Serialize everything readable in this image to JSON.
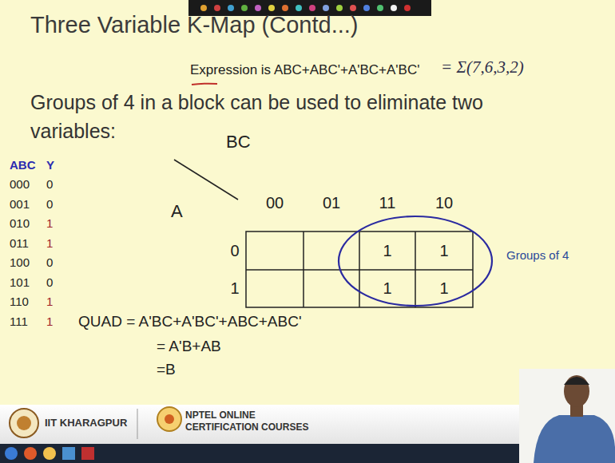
{
  "diagram": {
    "title": "Three Variable K-Map (Contd...)",
    "labels": [
      "Expression is ABC+ABC'+A'BC+A'BC'",
      "= Σ(7,6,3,2)",
      "Groups of 4 in a block can be used to eliminate two variables:",
      "ABC",
      "Y",
      "000",
      "0",
      "001",
      "0",
      "010",
      "1",
      "011",
      "1",
      "100",
      "0",
      "101",
      "0",
      "110",
      "1",
      "111",
      "1",
      "BC",
      "A",
      "00",
      "01",
      "11",
      "10",
      "0",
      "1",
      "1",
      "1",
      "1",
      "1",
      "Groups of 4",
      "QUAD = A'BC+A'BC'+ABC+ABC'",
      "= A'B+AB",
      "=B",
      "IIT KHARAGPUR",
      "NPTEL ONLINE",
      "CERTIFICATION COURSES"
    ]
  }
}
